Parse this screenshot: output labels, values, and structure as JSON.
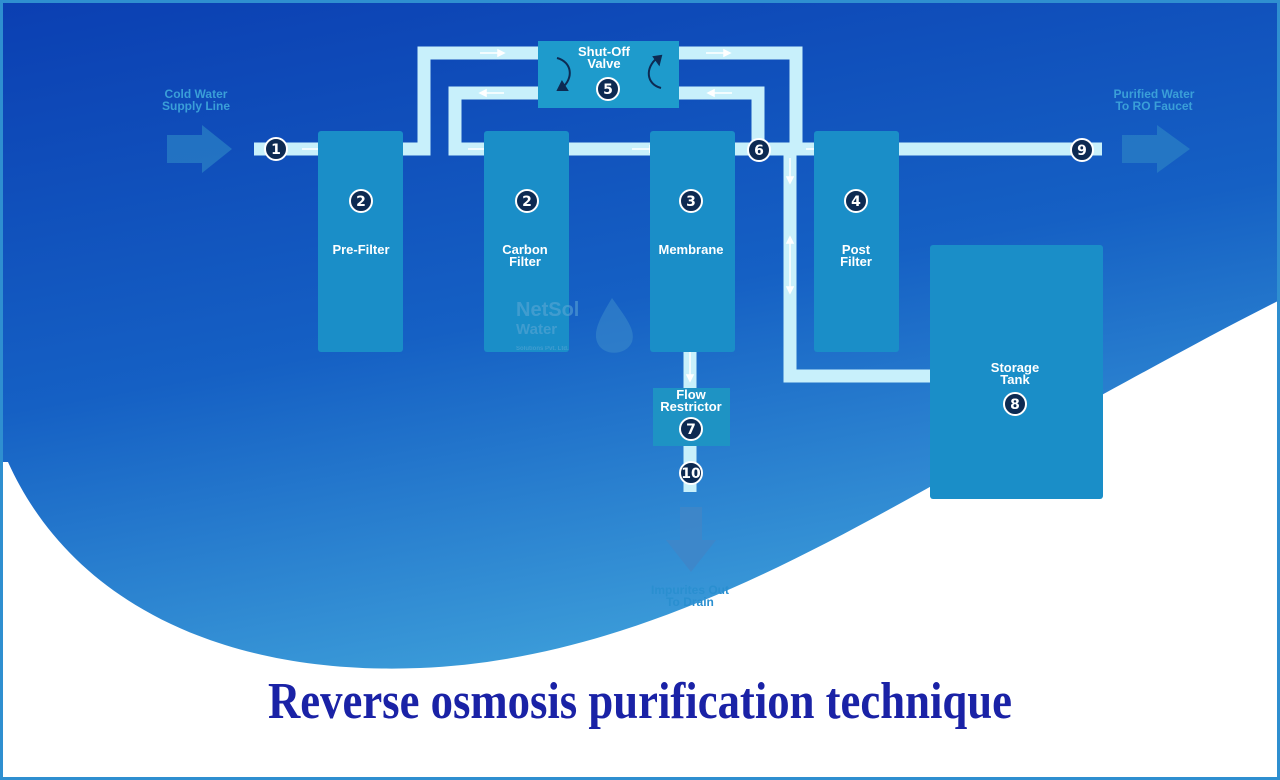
{
  "title": "Reverse osmosis purification technique",
  "labels": {
    "inlet": [
      "Cold Water",
      "Supply Line"
    ],
    "outlet": [
      "Purified Water",
      "To RO Faucet"
    ],
    "drain": [
      "Impurites Out",
      "To Drain"
    ],
    "pre_filter": [
      "Pre-Filter"
    ],
    "carbon_filter": [
      "Carbon",
      "Filter"
    ],
    "membrane": [
      "Membrane"
    ],
    "post_filter": [
      "Post",
      "Filter"
    ],
    "valve": [
      "Shut-Off",
      "Valve"
    ],
    "restrictor": [
      "Flow",
      "Restrictor"
    ],
    "tank": [
      "Storage",
      "Tank"
    ]
  },
  "steps": {
    "inlet": "1",
    "pre_filter": "2",
    "carbon_filter": "2",
    "membrane": "3",
    "post_filter": "4",
    "valve": "5",
    "junction": "6",
    "restrictor": "7",
    "tank": "8",
    "outlet": "9",
    "drain": "10"
  },
  "watermark": {
    "brand_line1": "NetSol",
    "brand_line2": "Water",
    "brand_line3": "Solutions Pvt. Ltd."
  },
  "colors": {
    "background_top": "#0a3fb3",
    "background_bottom": "#3a98d6",
    "component": "#1a8ec8",
    "pipe": "#c8f0fb",
    "title": "#1a22a6"
  }
}
